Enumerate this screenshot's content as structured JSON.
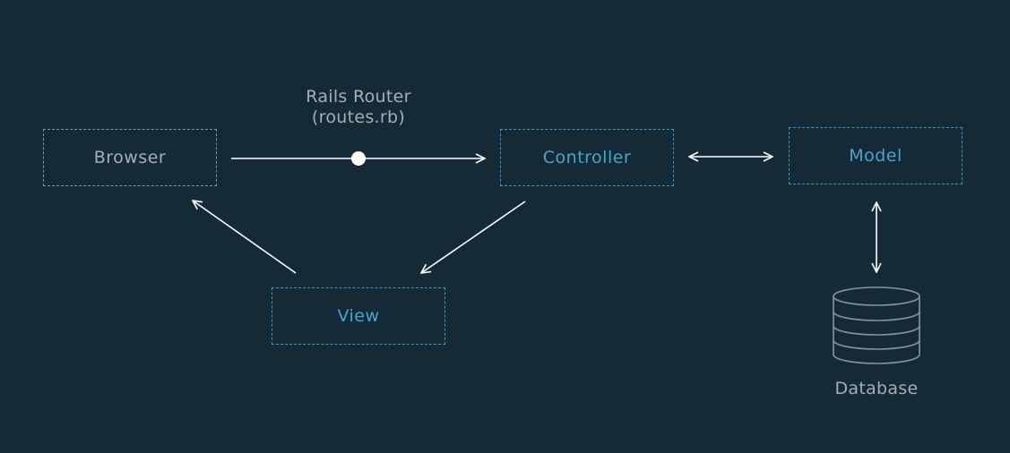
{
  "nodes": {
    "browser": "Browser",
    "controller": "Controller",
    "model": "Model",
    "view": "View",
    "database": "Database"
  },
  "router": {
    "line1": "Rails Router",
    "line2": "(routes.rb)"
  }
}
